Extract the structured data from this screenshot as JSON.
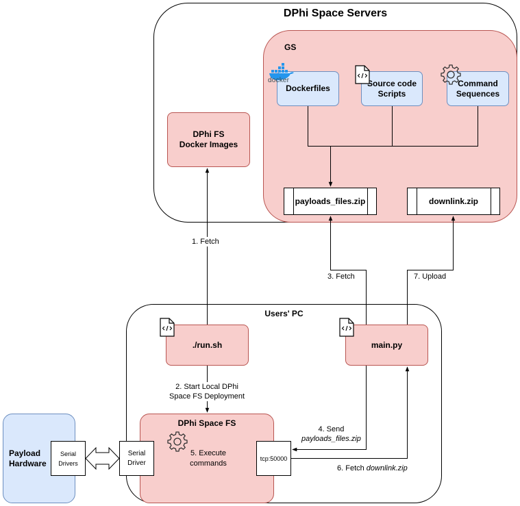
{
  "servers": {
    "title": "DPhi Space Servers"
  },
  "gs": {
    "title": "GS",
    "dockerfiles": "Dockerfiles",
    "docker_logo_text": "docker",
    "source_line1": "Source code",
    "source_line2": "Scripts",
    "command_line1": "Command",
    "command_line2": "Sequences",
    "payloads_zip": "payloads_files.zip",
    "downlink_zip": "downlink.zip"
  },
  "docker_images": {
    "line1": "DPhi FS",
    "line2": "Docker Images"
  },
  "users_pc": {
    "title": "Users' PC",
    "run_sh": "./run.sh",
    "main_py": "main.py"
  },
  "space_fs": {
    "title": "DPhi Space FS",
    "execute_line1": "5. Execute",
    "execute_line2": "commands",
    "serial_driver_line1": "Serial",
    "serial_driver_line2": "Driver",
    "tcp_port": "tcp:50000"
  },
  "payload_hw": {
    "line1": "Payload",
    "line2": "Hardware",
    "serial_drivers_line1": "Serial",
    "serial_drivers_line2": "Drivers"
  },
  "edges": {
    "fetch1": "1. Fetch",
    "start_line1": "2. Start Local DPhi",
    "start_line2": "Space FS Deployment",
    "fetch3": "3. Fetch",
    "send_line1": "4. Send",
    "send_line2": "payloads_files.zip",
    "fetch6_prefix": "6. Fetch ",
    "fetch6_file": "downlink.zip",
    "upload7": "7. Upload"
  },
  "colors": {
    "pink_fill": "#f8cecc",
    "pink_stroke": "#b85450",
    "blue_fill": "#dae8fc",
    "blue_stroke": "#6c8ebf",
    "docker_blue": "#2496ed"
  },
  "icons": [
    "docker-icon",
    "code-file-icon",
    "gear-icon"
  ]
}
